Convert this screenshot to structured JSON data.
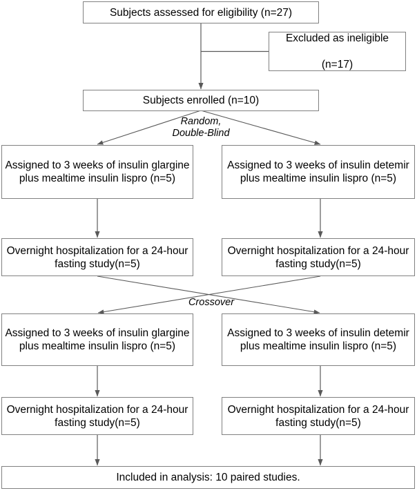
{
  "figure": {
    "kind": "consort-flow-diagram",
    "title_text": "",
    "stroke_color": "#808080",
    "line_color": "#595959",
    "text_color": "#000000",
    "background": "#ffffff"
  },
  "nodes": {
    "assessed": {
      "label": "Subjects assessed for eligibility (n=27)",
      "n": 27
    },
    "excluded": {
      "label": "Excluded as ineligible\n(n=17)",
      "line1": "Excluded as ineligible",
      "line2": "(n=17)",
      "n": 17
    },
    "enrolled": {
      "label": "Subjects enrolled (n=10)",
      "n": 10
    },
    "arm1_left": {
      "label": "Assigned to 3 weeks of insulin glargine plus mealtime insulin lispro (n=5)",
      "n": 5
    },
    "arm1_right": {
      "label": "Assigned to 3 weeks of insulin detemir plus mealtime insulin lispro (n=5)",
      "n": 5
    },
    "study1_left": {
      "label": "Overnight hospitalization for a 24-hour fasting study(n=5)",
      "n": 5
    },
    "study1_right": {
      "label": "Overnight hospitalization for a 24-hour fasting study(n=5)",
      "n": 5
    },
    "arm2_left": {
      "label": "Assigned to 3 weeks of insulin glargine plus mealtime insulin lispro (n=5)",
      "n": 5
    },
    "arm2_right": {
      "label": "Assigned to 3 weeks of insulin detemir plus mealtime insulin lispro (n=5)",
      "n": 5
    },
    "study2_left": {
      "label": "Overnight hospitalization for a 24-hour fasting study(n=5)",
      "n": 5
    },
    "study2_right": {
      "label": "Overnight hospitalization for a 24-hour fasting study(n=5)",
      "n": 5
    },
    "analysis": {
      "label": "Included in analysis: 10 paired studies.",
      "n": 10
    }
  },
  "edge_labels": {
    "randomization": "Random,\nDouble-Blind",
    "crossover": "Crossover"
  },
  "chart_data": {
    "type": "diagram",
    "title": "CONSORT participant flow diagram",
    "stages": [
      {
        "id": "assessed",
        "text": "Subjects assessed for eligibility (n=27)",
        "count": 27
      },
      {
        "id": "excluded",
        "text": "Excluded as ineligible (n=17)",
        "count": 17
      },
      {
        "id": "enrolled",
        "text": "Subjects enrolled (n=10)",
        "count": 10
      },
      {
        "id": "arm1_left",
        "text": "Assigned to 3 weeks of insulin glargine plus mealtime insulin lispro (n=5)",
        "count": 5
      },
      {
        "id": "arm1_right",
        "text": "Assigned to 3 weeks of insulin detemir plus mealtime insulin lispro (n=5)",
        "count": 5
      },
      {
        "id": "study1_left",
        "text": "Overnight hospitalization for a 24-hour fasting study(n=5)",
        "count": 5
      },
      {
        "id": "study1_right",
        "text": "Overnight hospitalization for a 24-hour fasting study(n=5)",
        "count": 5
      },
      {
        "id": "arm2_left",
        "text": "Assigned to 3 weeks of insulin glargine plus mealtime insulin lispro (n=5)",
        "count": 5
      },
      {
        "id": "arm2_right",
        "text": "Assigned to 3 weeks of insulin detemir plus mealtime insulin lispro (n=5)",
        "count": 5
      },
      {
        "id": "study2_left",
        "text": "Overnight hospitalization for a 24-hour fasting study(n=5)",
        "count": 5
      },
      {
        "id": "study2_right",
        "text": "Overnight hospitalization for a 24-hour fasting study(n=5)",
        "count": 5
      },
      {
        "id": "analysis",
        "text": "Included in analysis: 10 paired studies.",
        "count": 10
      }
    ],
    "edges": [
      {
        "from": "assessed",
        "to": "enrolled",
        "label": ""
      },
      {
        "from": "assessed",
        "to": "excluded",
        "label": ""
      },
      {
        "from": "enrolled",
        "to": "arm1_left",
        "label": "Random, Double-Blind"
      },
      {
        "from": "enrolled",
        "to": "arm1_right",
        "label": "Random, Double-Blind"
      },
      {
        "from": "arm1_left",
        "to": "study1_left",
        "label": ""
      },
      {
        "from": "arm1_right",
        "to": "study1_right",
        "label": ""
      },
      {
        "from": "study1_left",
        "to": "arm2_right",
        "label": "Crossover"
      },
      {
        "from": "study1_right",
        "to": "arm2_left",
        "label": "Crossover"
      },
      {
        "from": "arm2_left",
        "to": "study2_left",
        "label": ""
      },
      {
        "from": "arm2_right",
        "to": "study2_right",
        "label": ""
      },
      {
        "from": "study2_left",
        "to": "analysis",
        "label": ""
      },
      {
        "from": "study2_right",
        "to": "analysis",
        "label": ""
      }
    ]
  }
}
